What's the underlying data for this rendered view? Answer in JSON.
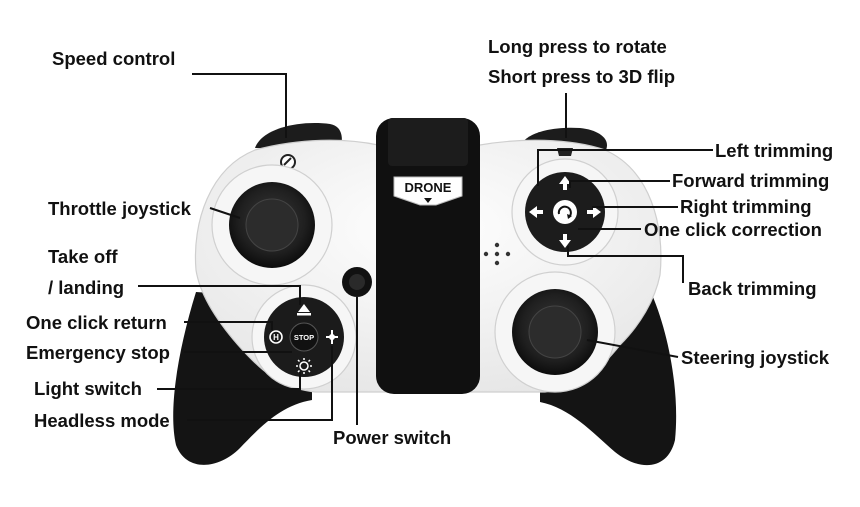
{
  "controller": {
    "brand_label": "DRONE",
    "stop_button_label": "STOP",
    "colors": {
      "body": "#f4f4f4",
      "grip": "#161616",
      "joystick": "#262626",
      "outline": "#cfcfcf",
      "leader": "#111111"
    }
  },
  "callouts": {
    "speed_control": "Speed control",
    "rotate_line1": "Long press to rotate",
    "rotate_line2": "Short press to 3D flip",
    "left_trimming": "Left trimming",
    "forward_trimming": "Forward trimming",
    "right_trimming": "Right trimming",
    "one_click_correction": "One click correction",
    "back_trimming": "Back trimming",
    "steering_joystick": "Steering joystick",
    "throttle_joystick": "Throttle joystick",
    "takeoff_line1": "Take off",
    "takeoff_line2": "/ landing",
    "one_click_return": "One click return",
    "emergency_stop": "Emergency stop",
    "light_switch": "Light switch",
    "headless_mode": "Headless mode",
    "power_switch": "Power switch"
  },
  "icons": [
    "speed-dial-icon",
    "arrow-up-icon",
    "arrow-down-icon",
    "arrow-left-icon",
    "arrow-right-icon",
    "rotate-icon",
    "takeoff-icon",
    "home-icon",
    "sun-icon",
    "headless-icon",
    "speaker-grille-icon"
  ]
}
